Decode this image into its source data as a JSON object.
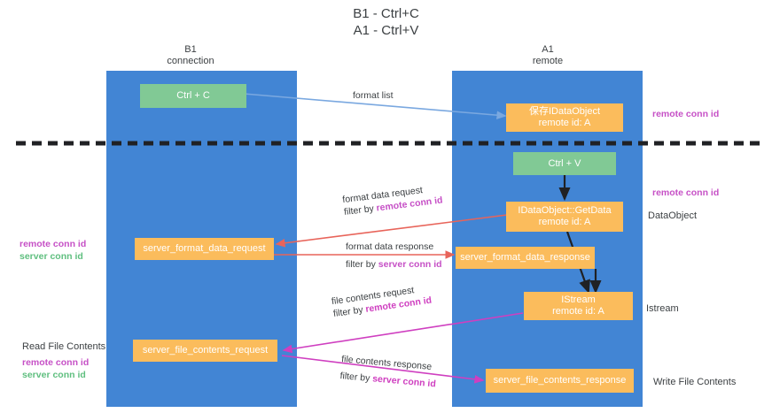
{
  "title": {
    "line1": "B1 - Ctrl+C",
    "line2": "A1 - Ctrl+V"
  },
  "columns": [
    {
      "name": "B1",
      "role": "connection"
    },
    {
      "name": "A1",
      "role": "remote"
    }
  ],
  "boxes": {
    "ctrl_c": "Ctrl + C",
    "ctrl_v": "Ctrl + V",
    "idataobject_top_l1": "保存IDataObject",
    "idataobject_top_l2": "remote id: A",
    "getdata_l1": "IDataObject::GetData",
    "getdata_l2": "remote id: A",
    "istream_l1": "IStream",
    "istream_l2": "remote id: A",
    "server_format_data_request": "server_format_data_request",
    "server_format_data_response": "server_format_data_response",
    "server_file_contents_request": "server_file_contents_request",
    "server_file_contents_response": "server_file_contents_response"
  },
  "edge_labels": {
    "format_list": "format list",
    "format_data_request": "format data request",
    "format_data_request_filter_prefix": "filter by ",
    "format_data_request_filter_key": "remote conn id",
    "format_data_response": "format data response",
    "format_data_response_filter_prefix": "filter by ",
    "format_data_response_filter_key": "server conn id",
    "file_contents_request": "file contents request",
    "file_contents_request_filter_prefix": "filter by ",
    "file_contents_request_filter_key": "remote conn id",
    "file_contents_response": "file contents response",
    "file_contents_response_filter_prefix": "filter by ",
    "file_contents_response_filter_key": "server conn id"
  },
  "side_labels": {
    "right_remote_conn_id_top": "remote conn id",
    "right_remote_conn_id_mid": "remote conn id",
    "right_dataobject": "DataObject",
    "right_istream": "Istream",
    "right_write_file_contents": "Write File Contents",
    "left_remote_conn_id_mid": "remote conn id",
    "left_server_conn_id_mid": "server conn id",
    "left_read_file_contents": "Read File Contents",
    "left_remote_conn_id_bottom": "remote conn id",
    "left_server_conn_id_bottom": "server conn id"
  },
  "colors": {
    "lane": "#4285d4",
    "green_box": "#81c995",
    "orange_box": "#fbbc5c",
    "purple": "#c650c6",
    "green_text": "#5fbf7f",
    "divider": "#202124",
    "arrow_blue": "#7aa8e0",
    "arrow_red": "#e8645a",
    "arrow_magenta": "#cf3fc0",
    "arrow_dark": "#202124"
  }
}
